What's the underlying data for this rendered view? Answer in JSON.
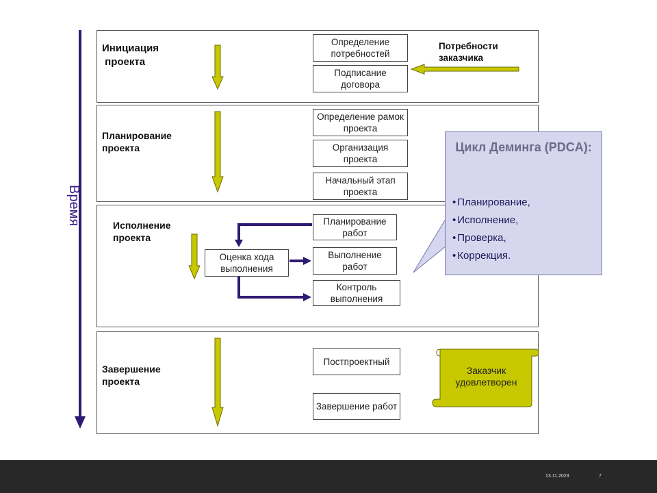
{
  "phases": [
    {
      "title": "Инициация\n проекта",
      "boxes": [
        "Определение потребностей",
        "Подписание договора"
      ]
    },
    {
      "title": "Планирование\nпроекта",
      "boxes": [
        "Определение рамок проекта",
        "Организация проекта",
        "Начальный этап проекта"
      ]
    },
    {
      "title": "Исполнение\nпроекта",
      "boxes": [
        "Планирование работ",
        "Выполнение работ",
        "Контроль выполнения"
      ],
      "center_box": "Оценка хода выполнения"
    },
    {
      "title": "Завершение\nпроекта",
      "boxes": [
        "Постпроектный",
        "Завершение работ"
      ]
    }
  ],
  "customer_needs": "Потребности заказчика",
  "customer_satisfied": "Заказчик удовлетворен",
  "deming": {
    "title": "Цикл Деминга (PDCA):",
    "items": [
      "Планирование,",
      "Исполнение,",
      "Проверка,",
      "Коррекция."
    ]
  },
  "time_label": "Время",
  "footer": {
    "date": "13.11.2023",
    "page": "7"
  },
  "colors": {
    "arrow_fill": "#c8c800",
    "arrow_stroke": "#6a6a00",
    "timeline": "#2e1a72",
    "deming_bg": "#d6d6ee"
  }
}
